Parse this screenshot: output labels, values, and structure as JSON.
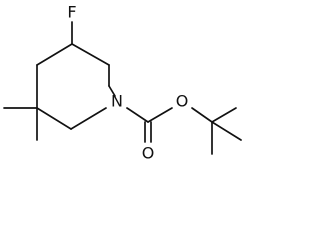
{
  "molecule": {
    "atom_labels": {
      "fluorine": "F",
      "ring_nitrogen": "N",
      "ester_oxygen": "O",
      "carbonyl_oxygen": "O"
    }
  },
  "colors": {
    "bond": "#111111",
    "background": "#ffffff"
  }
}
